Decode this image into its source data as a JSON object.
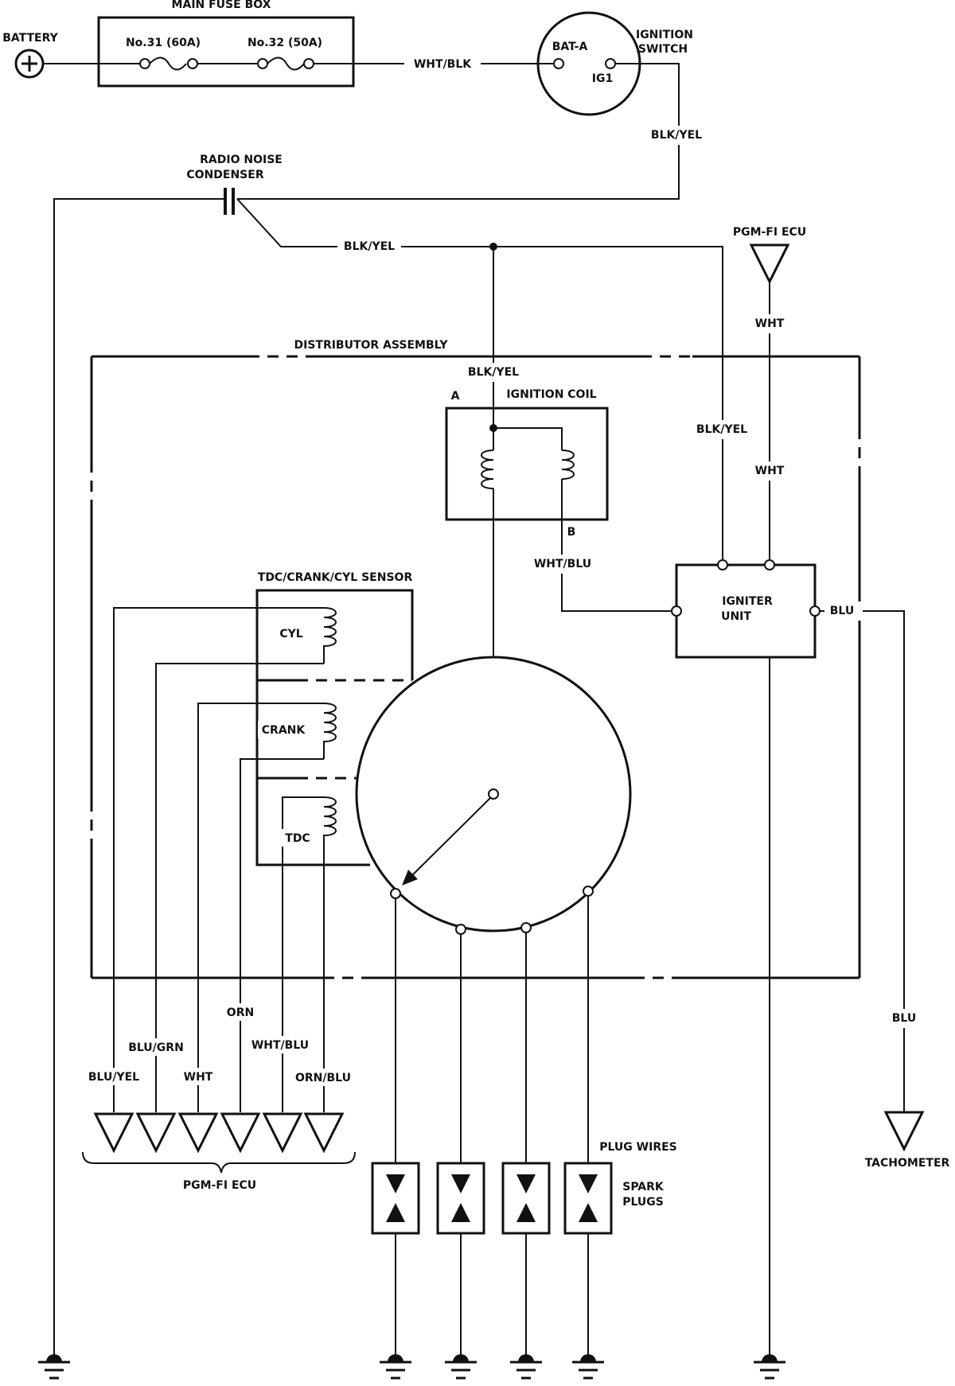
{
  "labels": {
    "main_fuse_box": "MAIN FUSE BOX",
    "battery": "BATTERY",
    "fuse_31": "No.31 (60A)",
    "fuse_32": "No.32 (50A)",
    "wht_blk": "WHT/BLK",
    "bat_a": "BAT-A",
    "ig1": "IG1",
    "ignition_switch_1": "IGNITION",
    "ignition_switch_2": "SWITCH",
    "blk_yel_switch": "BLK/YEL",
    "radio_noise_1": "RADIO NOISE",
    "radio_noise_2": "CONDENSER",
    "blk_yel_main": "BLK/YEL",
    "pgm_fi_ecu_top": "PGM-FI ECU",
    "wht_top": "WHT",
    "distributor_assembly": "DISTRIBUTOR ASSEMBLY",
    "blk_yel_coil": "BLK/YEL",
    "coil_a": "A",
    "ignition_coil": "IGNITION COIL",
    "blk_yel_igniter": "BLK/YEL",
    "wht_mid": "WHT",
    "coil_b": "B",
    "wht_blu_coil": "WHT/BLU",
    "igniter_1": "IGNITER",
    "igniter_2": "UNIT",
    "blu_igniter": "BLU",
    "sensor_title": "TDC/CRANK/CYL SENSOR",
    "cyl": "CYL",
    "crank": "CRANK",
    "tdc": "TDC",
    "orn": "ORN",
    "blu_grn": "BLU/GRN",
    "wht_blu_sensor": "WHT/BLU",
    "blu_yel": "BLU/YEL",
    "wht_sensor": "WHT",
    "orn_blu": "ORN/BLU",
    "pgm_fi_ecu_bottom": "PGM-FI ECU",
    "plug_wires": "PLUG WIRES",
    "spark_plugs_1": "SPARK",
    "spark_plugs_2": "PLUGS",
    "blu_tach": "BLU",
    "tachometer": "TACHOMETER"
  }
}
